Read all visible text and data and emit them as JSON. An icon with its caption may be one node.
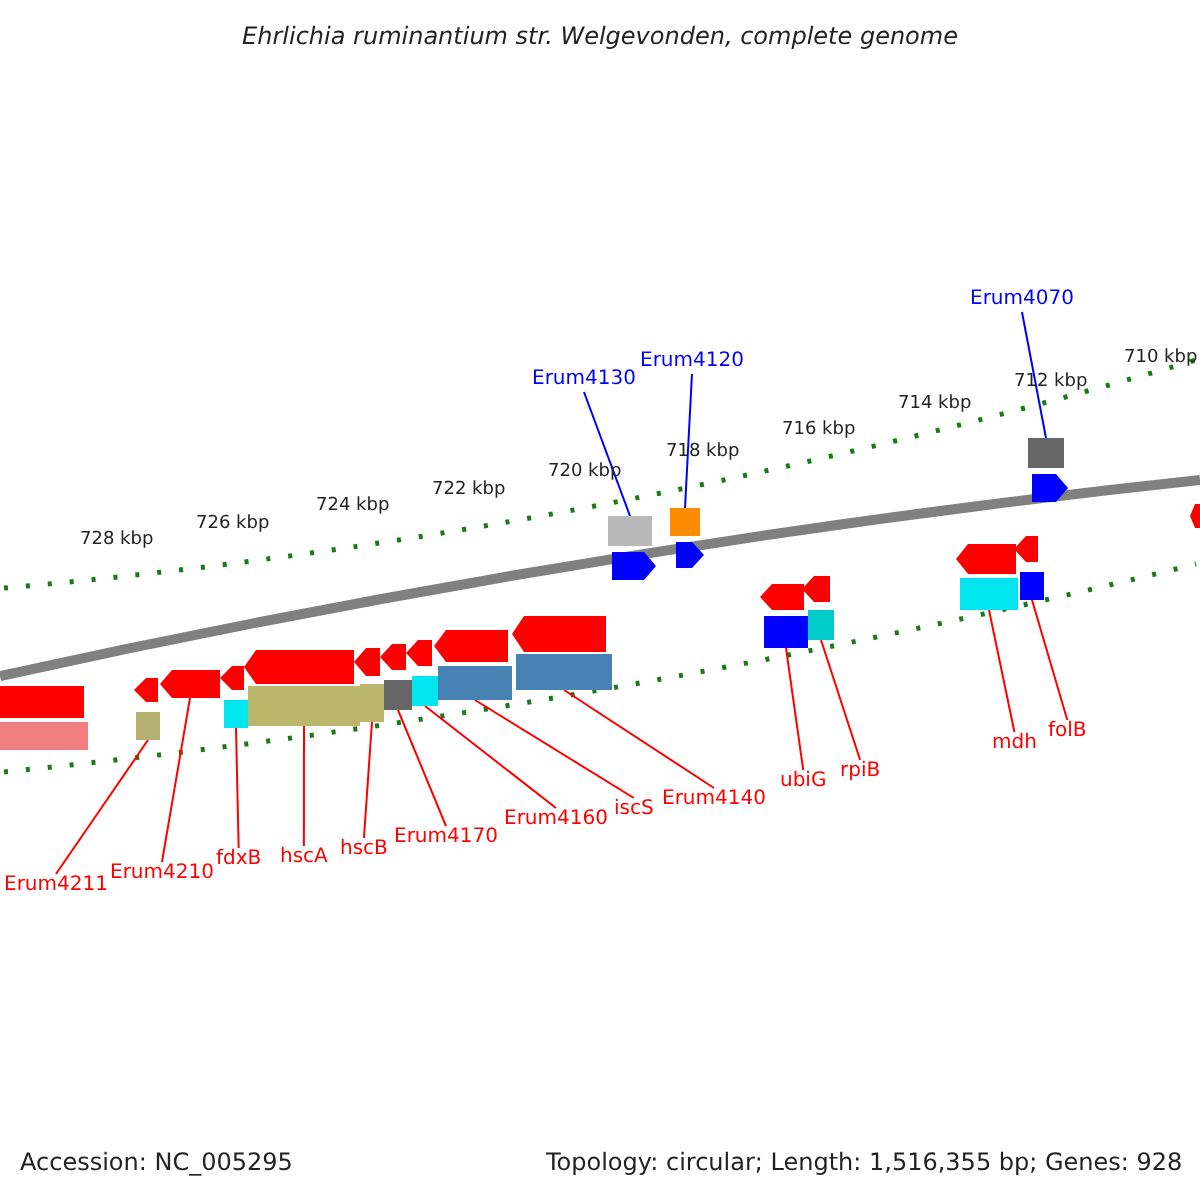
{
  "diagram": {
    "title": "Ehrlichia ruminantium str. Welgevonden, complete genome",
    "nodes": [
      {
        "text": [
          "Erum4130"
        ]
      },
      {
        "text": [
          "Erum4120"
        ]
      },
      {
        "text": [
          "Erum4070"
        ]
      },
      {
        "text": [
          "Erum4211"
        ]
      },
      {
        "text": [
          "Erum4210"
        ]
      },
      {
        "text": [
          "fdxB"
        ]
      },
      {
        "text": [
          "hscA"
        ]
      },
      {
        "text": [
          "hscB"
        ]
      },
      {
        "text": [
          "Erum4170"
        ]
      },
      {
        "text": [
          "Erum4160"
        ]
      },
      {
        "text": [
          "iscS"
        ]
      },
      {
        "text": [
          "Erum4140"
        ]
      },
      {
        "text": [
          "ubiG"
        ]
      },
      {
        "text": [
          "rpiB"
        ]
      },
      {
        "text": [
          "mdh"
        ]
      },
      {
        "text": [
          "folB"
        ]
      },
      {
        "text": [],
        "shape": "box"
      },
      {
        "text": [],
        "shape": "box"
      },
      {
        "text": [],
        "shape": "box"
      },
      {
        "text": [],
        "shape": "box"
      },
      {
        "text": [],
        "shape": "box"
      },
      {
        "text": [],
        "shape": "box"
      },
      {
        "text": [],
        "shape": "box"
      },
      {
        "text": [],
        "shape": "box"
      },
      {
        "text": [],
        "shape": "box"
      },
      {
        "text": [],
        "shape": "box"
      },
      {
        "text": [],
        "shape": "box"
      },
      {
        "text": [],
        "shape": "box"
      },
      {
        "text": [],
        "shape": "box"
      },
      {
        "text": [],
        "shape": "box"
      },
      {
        "text": [],
        "shape": "box"
      },
      {
        "text": [],
        "shape": "box"
      }
    ],
    "edges": [
      {
        "from": 0,
        "to": 25,
        "arrow": "none",
        "color": "#0000ff"
      },
      {
        "from": 1,
        "to": 26,
        "arrow": "none",
        "color": "#0000ff"
      },
      {
        "from": 2,
        "to": 31,
        "arrow": "none",
        "color": "#0000ff"
      },
      {
        "from": 3,
        "to": 16,
        "arrow": "none"
      },
      {
        "from": 4,
        "to": 17,
        "arrow": "none"
      },
      {
        "from": 5,
        "to": 18,
        "arrow": "none"
      },
      {
        "from": 6,
        "to": 19,
        "arrow": "none"
      },
      {
        "from": 7,
        "to": 20,
        "arrow": "none"
      },
      {
        "from": 8,
        "to": 21,
        "arrow": "none"
      },
      {
        "from": 9,
        "to": 22,
        "arrow": "none"
      },
      {
        "from": 10,
        "to": 23,
        "arrow": "none"
      },
      {
        "from": 11,
        "to": 24,
        "arrow": "none"
      },
      {
        "from": 12,
        "to": 27,
        "arrow": "none"
      },
      {
        "from": 13,
        "to": 28,
        "arrow": "none"
      },
      {
        "from": 14,
        "to": 29,
        "arrow": "none"
      },
      {
        "from": 15,
        "to": 30,
        "arrow": "none"
      }
    ],
    "labels": [
      "728 kbp",
      "726 kbp",
      "724 kbp",
      "722 kbp",
      "720 kbp",
      "718 kbp",
      "716 kbp",
      "714 kbp",
      "712 kbp",
      "710 kbp",
      "Accession: NC_005295",
      "Topology: circular; Length: 1,516,355 bp; Genes: 928"
    ]
  }
}
